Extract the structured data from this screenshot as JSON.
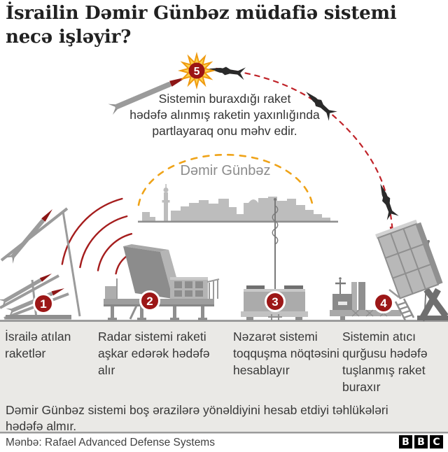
{
  "header": {
    "title": "İsrailin Dəmir Günbəz müdafiə sistemi necə işləyir?"
  },
  "diagram": {
    "dome_label": "Dəmir Günbəz",
    "intercept": {
      "number": "5",
      "lines": [
        "Sistemin buraxdığı raket",
        "hədəfə alınmış raketin yaxınlığında",
        "partlayaraq onu məhv edir."
      ]
    },
    "steps": [
      {
        "number": "1",
        "label": "İsrailə atılan raketlər"
      },
      {
        "number": "2",
        "label": "Radar sistemi raketi aşkar edərək hədəfə alır"
      },
      {
        "number": "3",
        "label": "Nəzarət sistemi toqquşma nöqtəsini hesablayır"
      },
      {
        "number": "4",
        "label": "Sistemin atıcı qurğusu hədəfə tuşlanmış raket buraxır"
      }
    ]
  },
  "footnote": "Dəmir Günbəz sistemi boş ərazilərə yönəldiyini hesab etdiyi təhlükələri hədəfə almır.",
  "source": "Mənbə: Rafael Advanced Defense Systems",
  "brand": {
    "letters": [
      "B",
      "B",
      "C"
    ]
  },
  "colors": {
    "accent_red": "#9c1717",
    "trajectory_red": "#c0242a",
    "dome_orange": "#efa318",
    "star_yellow": "#ffd24d",
    "band_gray": "#eae9e6"
  }
}
